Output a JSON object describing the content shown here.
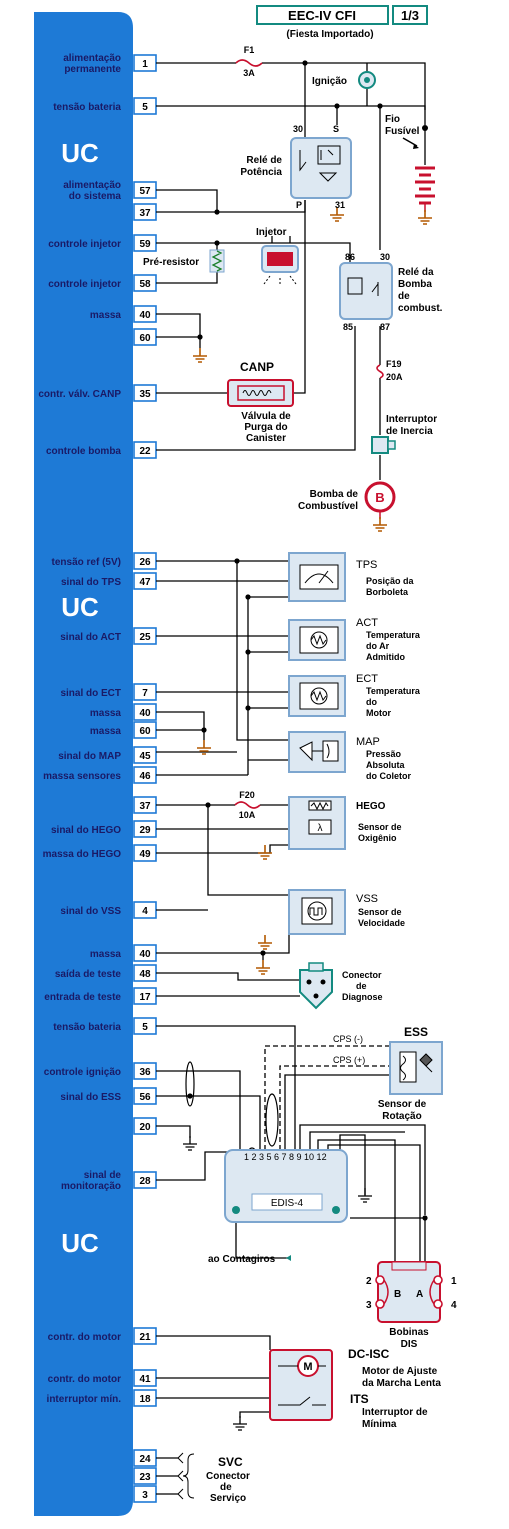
{
  "header": {
    "title": "EEC-IV CFI",
    "page": "1/3",
    "subtitle": "(Fiesta Importado)"
  },
  "uc_label": "UC",
  "pins": [
    {
      "l1": "alimentação",
      "l2": "permanente",
      "pin": "1"
    },
    {
      "l1": "tensão bateria",
      "l2": "",
      "pin": "5"
    },
    {
      "l1": "alimentação",
      "l2": "do sistema",
      "pin": "57"
    },
    {
      "l1": "",
      "l2": "",
      "pin": "37"
    },
    {
      "l1": "controle injetor",
      "l2": "",
      "pin": "59"
    },
    {
      "l1": "controle injetor",
      "l2": "",
      "pin": "58"
    },
    {
      "l1": "massa",
      "l2": "",
      "pin": "40"
    },
    {
      "l1": "",
      "l2": "",
      "pin": "60"
    },
    {
      "l1": "contr. válv. CANP",
      "l2": "",
      "pin": "35"
    },
    {
      "l1": "controle bomba",
      "l2": "",
      "pin": "22"
    },
    {
      "l1": "tensão ref (5V)",
      "l2": "",
      "pin": "26"
    },
    {
      "l1": "sinal do TPS",
      "l2": "",
      "pin": "47"
    },
    {
      "l1": "sinal do ACT",
      "l2": "",
      "pin": "25"
    },
    {
      "l1": "sinal do ECT",
      "l2": "",
      "pin": "7"
    },
    {
      "l1": "massa",
      "l2": "",
      "pin": "40"
    },
    {
      "l1": "massa",
      "l2": "",
      "pin": "60"
    },
    {
      "l1": "sinal do MAP",
      "l2": "",
      "pin": "45"
    },
    {
      "l1": "massa sensores",
      "l2": "",
      "pin": "46"
    },
    {
      "l1": "",
      "l2": "",
      "pin": "37"
    },
    {
      "l1": "sinal do HEGO",
      "l2": "",
      "pin": "29"
    },
    {
      "l1": "massa do HEGO",
      "l2": "",
      "pin": "49"
    },
    {
      "l1": "sinal do VSS",
      "l2": "",
      "pin": "4"
    },
    {
      "l1": "massa",
      "l2": "",
      "pin": "40"
    },
    {
      "l1": "saída de teste",
      "l2": "",
      "pin": "48"
    },
    {
      "l1": "entrada de teste",
      "l2": "",
      "pin": "17"
    },
    {
      "l1": "tensão bateria",
      "l2": "",
      "pin": "5"
    },
    {
      "l1": "controle ignição",
      "l2": "",
      "pin": "36"
    },
    {
      "l1": "sinal do ESS",
      "l2": "",
      "pin": "56"
    },
    {
      "l1": "",
      "l2": "",
      "pin": "20"
    },
    {
      "l1": "sinal de",
      "l2": "monitoração",
      "pin": "28"
    },
    {
      "l1": "contr. do motor",
      "l2": "",
      "pin": "21"
    },
    {
      "l1": "contr. do motor",
      "l2": "",
      "pin": "41"
    },
    {
      "l1": "interruptor mín.",
      "l2": "",
      "pin": "18"
    },
    {
      "l1": "",
      "l2": "",
      "pin": "24"
    },
    {
      "l1": "",
      "l2": "",
      "pin": "23"
    },
    {
      "l1": "",
      "l2": "",
      "pin": "3"
    }
  ],
  "components": {
    "f1": {
      "name": "F1",
      "rating": "3A"
    },
    "ignicao": "Ignição",
    "fio_fusivel": [
      "Fio",
      "Fusível"
    ],
    "rele_potencia": {
      "terminals": [
        "30",
        "S",
        "P",
        "31"
      ],
      "lines": [
        "Relé de",
        "Potência"
      ]
    },
    "injetor": "Injetor",
    "pre_resistor": "Pré-resistor",
    "rele_bomba": {
      "terminals": [
        "86",
        "30",
        "85",
        "87"
      ],
      "lines": [
        "Relé da",
        "Bomba",
        "de",
        "combust."
      ]
    },
    "canp": {
      "tag": "CANP",
      "lines": [
        "Válvula de",
        "Purga do",
        "Canister"
      ]
    },
    "f19": {
      "name": "F19",
      "rating": "20A"
    },
    "inercia": [
      "Interruptor",
      "de Inercia"
    ],
    "bomba": {
      "symbol": "B",
      "lines": [
        "Bomba de",
        "Combustível"
      ]
    },
    "tps": {
      "tag": "TPS",
      "lines": [
        "Posição da",
        "Borboleta"
      ]
    },
    "act": {
      "tag": "ACT",
      "lines": [
        "Temperatura",
        "do Ar",
        "Admitido"
      ]
    },
    "ect": {
      "tag": "ECT",
      "lines": [
        "Temperatura",
        "do",
        "Motor"
      ]
    },
    "map": {
      "tag": "MAP",
      "lines": [
        "Pressão",
        "Absoluta",
        "do Coletor"
      ]
    },
    "f20": {
      "name": "F20",
      "rating": "10A"
    },
    "hego": {
      "tag": "HEGO",
      "lines": [
        "Sensor de",
        "Oxigênio"
      ],
      "symbol": "λ"
    },
    "vss": {
      "tag": "VSS",
      "lines": [
        "Sensor  de",
        "Velocidade"
      ]
    },
    "diag": [
      "Conector",
      "de",
      "Diagnose"
    ],
    "ess": {
      "tag": "ESS",
      "cps_minus": "CPS (-)",
      "cps_plus": "CPS (+)",
      "lines": [
        "Sensor de",
        "Rotação"
      ]
    },
    "edis": {
      "pins": "1 2 3  5 6 7 8 9 10  12",
      "name": "EDIS-4"
    },
    "contagiros": "ao Contagiros",
    "bobinas": {
      "pins": [
        "2",
        "1",
        "3",
        "4"
      ],
      "letters": [
        "B",
        "A"
      ],
      "lines": [
        "Bobinas",
        "DIS"
      ]
    },
    "dcisc": {
      "tag": "DC-ISC",
      "lines": [
        "Motor de Ajuste",
        "da Marcha Lenta"
      ],
      "motor": "M"
    },
    "its": {
      "tag": "ITS",
      "lines": [
        "Interruptor de",
        "Mínima"
      ]
    },
    "svc": {
      "tag": "SVC",
      "lines": [
        "Conector",
        "de",
        "Serviço"
      ]
    }
  },
  "colors": {
    "uc_blue": "#1e7ad6",
    "pin_border": "#1e7ad6",
    "component_fill": "#dde8f2",
    "component_stroke": "#7da6cf",
    "red": "#c8102e",
    "ground": "#b35900",
    "header": "#138a80"
  }
}
